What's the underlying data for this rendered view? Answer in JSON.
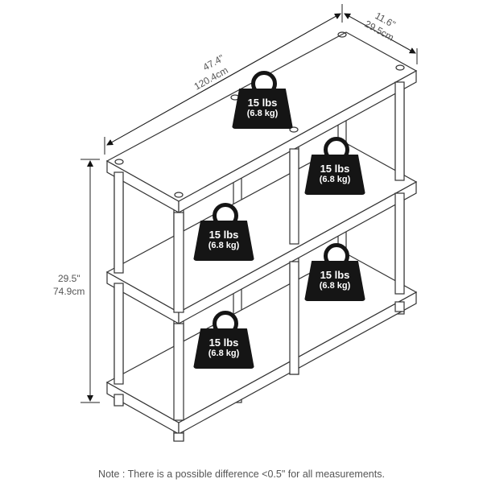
{
  "dimensions": {
    "width_in": "47.4\"",
    "width_cm": "120.4cm",
    "depth_in": "11.6\"",
    "depth_cm": "29.5cm",
    "height_in": "29.5\"",
    "height_cm": "74.9cm"
  },
  "weights": [
    {
      "lbs": "15 lbs",
      "kg": "(6.8 kg)"
    },
    {
      "lbs": "15 lbs",
      "kg": "(6.8 kg)"
    },
    {
      "lbs": "15 lbs",
      "kg": "(6.8 kg)"
    },
    {
      "lbs": "15 lbs",
      "kg": "(6.8 kg)"
    },
    {
      "lbs": "15 lbs",
      "kg": "(6.8 kg)"
    }
  ],
  "note": "Note : There is a possible difference <0.5\" for all measurements."
}
